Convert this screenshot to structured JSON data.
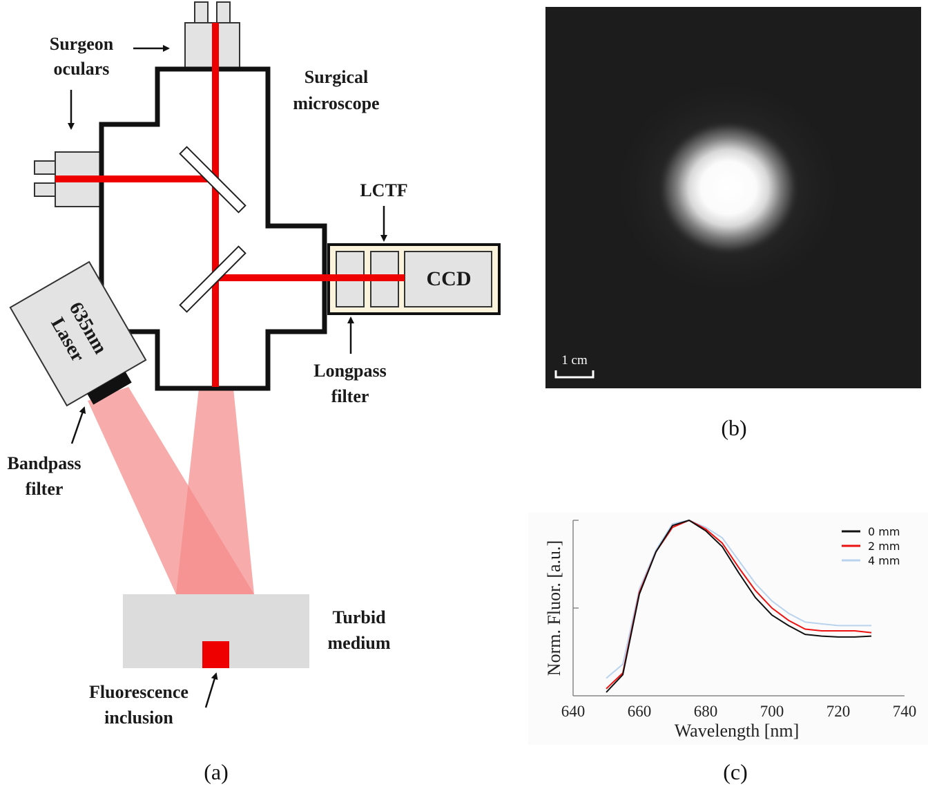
{
  "diagram": {
    "labels": {
      "surgeon_oculars_1": "Surgeon",
      "surgeon_oculars_2": "oculars",
      "surgical_microscope_1": "Surgical",
      "surgical_microscope_2": "microscope",
      "lctf": "LCTF",
      "ccd": "CCD",
      "laser_1": "635nm",
      "laser_2": "Laser",
      "longpass_1": "Longpass",
      "longpass_2": "filter",
      "bandpass_1": "Bandpass",
      "bandpass_2": "filter",
      "turbid_1": "Turbid",
      "turbid_2": "medium",
      "fluorescence_1": "Fluorescence",
      "fluorescence_2": "inclusion"
    },
    "colors": {
      "beam": "#ee0000",
      "laser_light": "#f58a8a",
      "housing": "#111111",
      "component_fill": "#e3e3e3",
      "filter_box_fill": "#fbf3dc",
      "medium_fill": "#dcdcdc"
    }
  },
  "image_panel": {
    "scale_bar_label": "1 cm",
    "background": "#1c1c1c"
  },
  "panel_labels": {
    "a": "(a)",
    "b": "(b)",
    "c": "(c)"
  },
  "chart_data": {
    "type": "line",
    "xlabel": "Wavelength [nm]",
    "ylabel": "Norm. Fluor. [a.u.]",
    "xlim": [
      640,
      740
    ],
    "ylim": [
      0,
      1
    ],
    "xticks": [
      640,
      660,
      680,
      700,
      720,
      740
    ],
    "grid": false,
    "legend_position": "top-right",
    "x": [
      650,
      655,
      660,
      665,
      670,
      675,
      680,
      685,
      690,
      695,
      700,
      705,
      710,
      715,
      720,
      725,
      730
    ],
    "series": [
      {
        "name": "0 mm",
        "color": "#111111",
        "values": [
          0.02,
          0.12,
          0.58,
          0.82,
          0.97,
          1.0,
          0.94,
          0.85,
          0.7,
          0.56,
          0.46,
          0.4,
          0.35,
          0.34,
          0.335,
          0.335,
          0.34
        ]
      },
      {
        "name": "2 mm",
        "color": "#ee1111",
        "values": [
          0.04,
          0.13,
          0.59,
          0.82,
          0.96,
          1.0,
          0.95,
          0.87,
          0.73,
          0.6,
          0.5,
          0.43,
          0.38,
          0.37,
          0.37,
          0.37,
          0.36
        ]
      },
      {
        "name": "4 mm",
        "color": "#b9d3ef",
        "values": [
          0.1,
          0.18,
          0.61,
          0.83,
          0.98,
          1.0,
          0.96,
          0.9,
          0.77,
          0.64,
          0.54,
          0.47,
          0.42,
          0.41,
          0.4,
          0.4,
          0.4
        ]
      }
    ]
  }
}
